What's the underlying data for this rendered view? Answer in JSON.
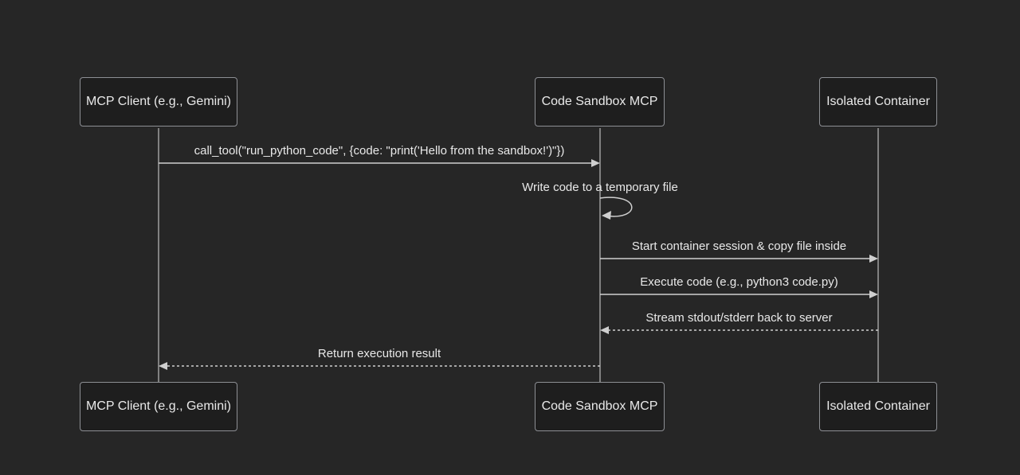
{
  "diagram": {
    "type": "sequence-diagram",
    "actors": [
      {
        "id": "mcp-client",
        "label": "MCP Client (e.g., Gemini)"
      },
      {
        "id": "code-sandbox-mcp",
        "label": "Code Sandbox MCP"
      },
      {
        "id": "isolated-container",
        "label": "Isolated Container"
      }
    ],
    "messages": [
      {
        "from": "mcp-client",
        "to": "code-sandbox-mcp",
        "style": "solid-arrow",
        "label": "call_tool(\"run_python_code\", {code: \"print('Hello from the sandbox!')\"})"
      },
      {
        "from": "code-sandbox-mcp",
        "to": "code-sandbox-mcp",
        "style": "self-loop",
        "label": "Write code to a temporary file"
      },
      {
        "from": "code-sandbox-mcp",
        "to": "isolated-container",
        "style": "solid-arrow",
        "label": "Start container session & copy file inside"
      },
      {
        "from": "code-sandbox-mcp",
        "to": "isolated-container",
        "style": "solid-arrow",
        "label": "Execute code (e.g., python3 code.py)"
      },
      {
        "from": "isolated-container",
        "to": "code-sandbox-mcp",
        "style": "dashed-arrow",
        "label": "Stream stdout/stderr back to server"
      },
      {
        "from": "code-sandbox-mcp",
        "to": "mcp-client",
        "style": "dashed-arrow",
        "label": "Return execution result"
      }
    ],
    "colors": {
      "background": "#262626",
      "actor_fill": "#1e1e1e",
      "actor_border": "#8d8f94",
      "text": "#e9e9e9",
      "line": "#cfcfcf",
      "lifeline": "#9e9e9e"
    }
  }
}
